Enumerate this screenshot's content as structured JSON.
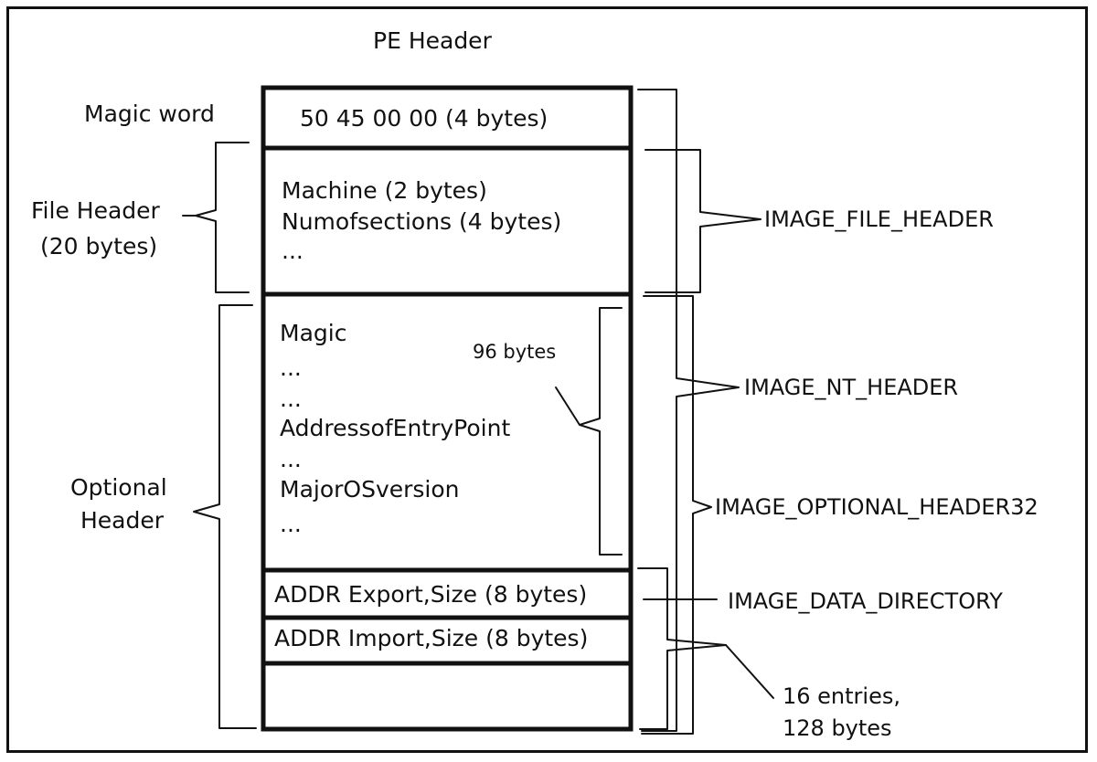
{
  "diagram": {
    "title": "PE Header",
    "left_labels": {
      "magic_word": "Magic word",
      "file_header_line1": "File Header",
      "file_header_line2": "(20 bytes)",
      "optional_header_line1": "Optional",
      "optional_header_line2": "Header"
    },
    "boxes": {
      "magic": "50 45 00 00 (4 bytes)",
      "file_header_lines": [
        "Machine (2 bytes)",
        "Numofsections (4 bytes)",
        "..."
      ],
      "optional_header_lines": [
        "Magic",
        "...",
        "...",
        "AddressofEntryPoint",
        "...",
        "MajorOSversion",
        "..."
      ],
      "optional_96_bytes": "96 bytes",
      "export": "ADDR Export,Size (8 bytes)",
      "import": "ADDR Import,Size (8 bytes)",
      "empty": ""
    },
    "right_labels": {
      "image_file_header": "IMAGE_FILE_HEADER",
      "image_nt_header": "IMAGE_NT_HEADER",
      "image_optional_header32": "IMAGE_OPTIONAL_HEADER32",
      "image_data_directory": "IMAGE_DATA_DIRECTORY",
      "entries_line1": "16 entries,",
      "entries_line2": "128 bytes"
    }
  }
}
